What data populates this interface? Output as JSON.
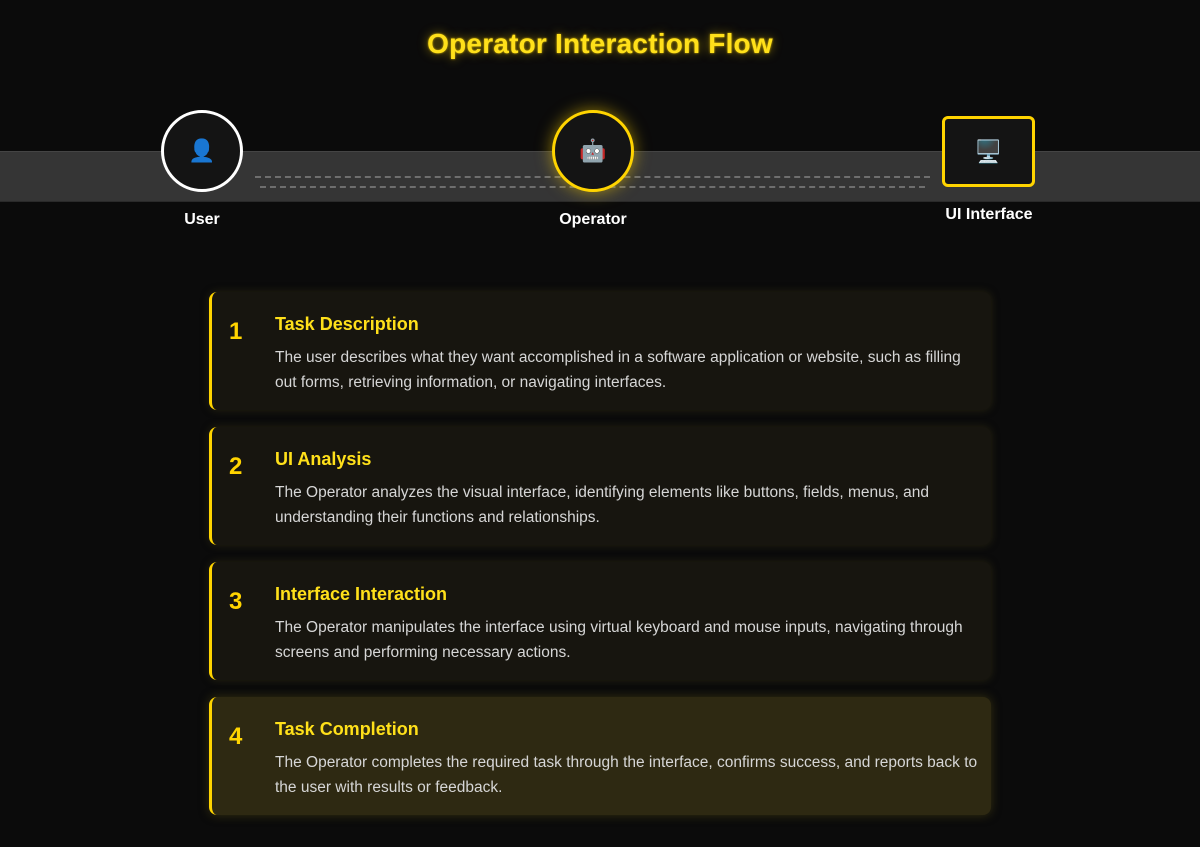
{
  "title": "Operator Interaction Flow",
  "colors": {
    "accent": "#ffd400",
    "background": "#0b0b0b",
    "band": "#353535",
    "card": "#17150f",
    "card_active": "#2e2912"
  },
  "nodes": [
    {
      "label": "User",
      "icon": "👤",
      "icon_name": "user-icon"
    },
    {
      "label": "Operator",
      "icon": "🤖",
      "icon_name": "robot-icon"
    },
    {
      "label": "UI Interface",
      "icon": "🖥️",
      "icon_name": "monitor-icon"
    }
  ],
  "steps": [
    {
      "number": "1",
      "title": "Task Description",
      "description": "The user describes what they want accomplished in a software application or website, such as filling out forms, retrieving information, or navigating interfaces."
    },
    {
      "number": "2",
      "title": "UI Analysis",
      "description": "The Operator analyzes the visual interface, identifying elements like buttons, fields, menus, and understanding their functions and relationships."
    },
    {
      "number": "3",
      "title": "Interface Interaction",
      "description": "The Operator manipulates the interface using virtual keyboard and mouse inputs, navigating through screens and performing necessary actions."
    },
    {
      "number": "4",
      "title": "Task Completion",
      "description": "The Operator completes the required task through the interface, confirms success, and reports back to the user with results or feedback.",
      "active": true
    }
  ]
}
